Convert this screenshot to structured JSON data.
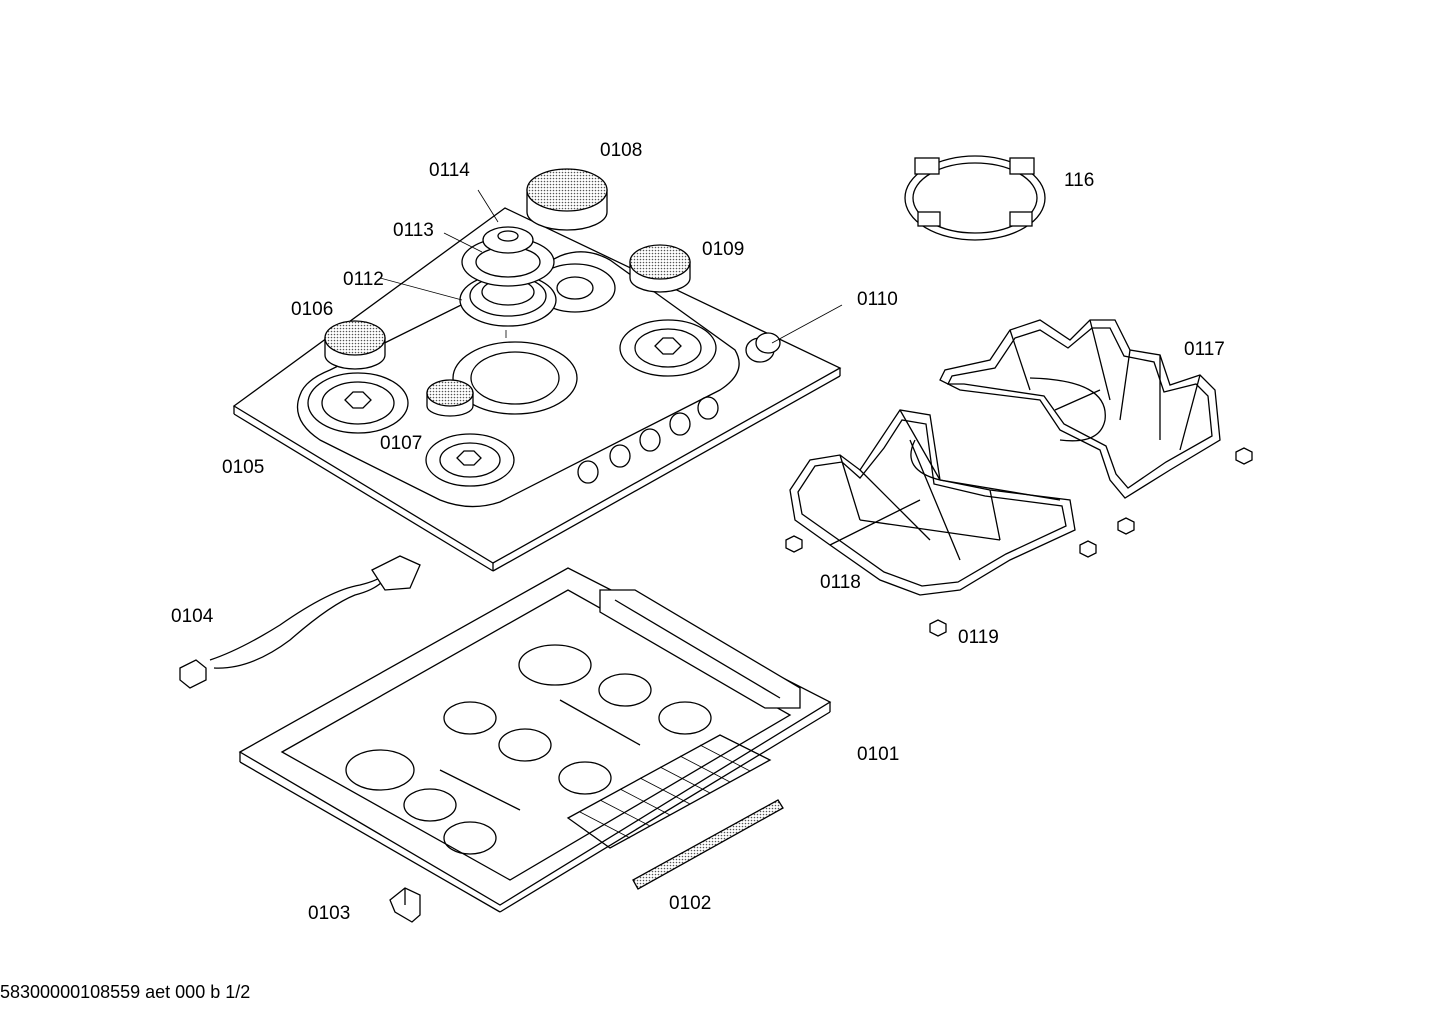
{
  "labels": {
    "p0101": "0101",
    "p0102": "0102",
    "p0103": "0103",
    "p0104": "0104",
    "p0105": "0105",
    "p0106": "0106",
    "p0107": "0107",
    "p0108": "0108",
    "p0109": "0109",
    "p0110": "0110",
    "p0112": "0112",
    "p0113": "0113",
    "p0114": "0114",
    "p116": "116",
    "p0117": "0117",
    "p0118": "0118",
    "p0119": "0119"
  },
  "footer": "58300000108559 aet 000 b 1/2"
}
